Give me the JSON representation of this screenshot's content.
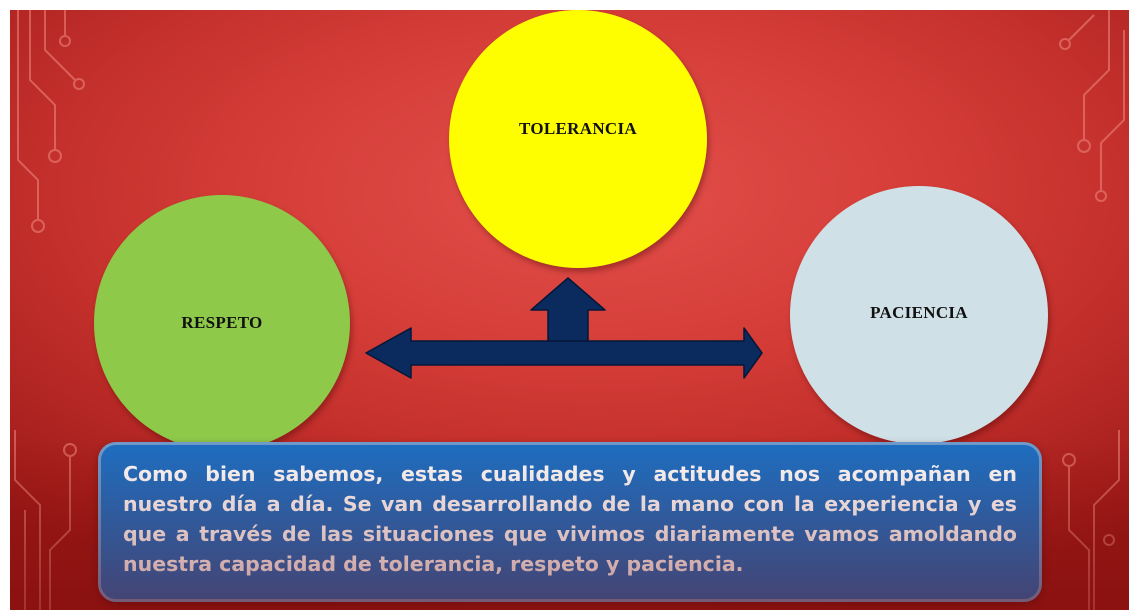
{
  "nodes": {
    "top": {
      "label": "TOLERANCIA",
      "color": "#fefe00"
    },
    "left": {
      "label": "RESPETO",
      "color": "#8ec94a"
    },
    "right": {
      "label": "PACIENCIA",
      "color": "#cfe0e6"
    }
  },
  "connector": {
    "color": "#0b2a5e"
  },
  "caption": {
    "text": "Como bien sabemos, estas cualidades y actitudes nos acompañan en nuestro día a día. Se van desarrollando de la mano con la experiencia y es que a través de las situaciones que vivimos diariamente vamos amoldando nuestra capacidad de tolerancia, respeto y paciencia.",
    "background": "#1d6fc2"
  },
  "background": {
    "color": "#d53d38"
  }
}
